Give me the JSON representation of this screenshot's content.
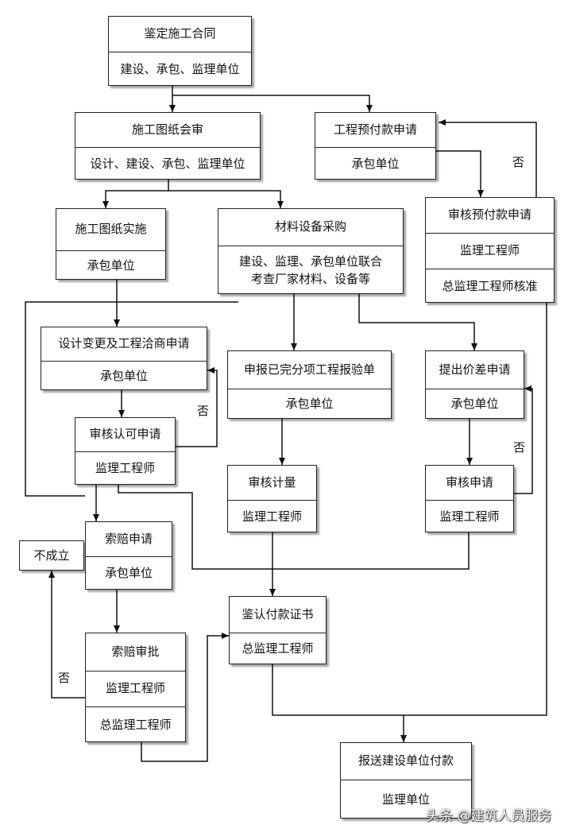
{
  "boxes": {
    "contract": [
      "鉴定施工合同",
      "建设、承包、监理单位"
    ],
    "review": [
      "施工图纸会审",
      "设计、建设、承包、监理单位"
    ],
    "prepay_apply": [
      "工程预付款申请",
      "承包单位"
    ],
    "prepay_audit": [
      "审核预付款申请",
      "监理工程师",
      "总监理工程师核准"
    ],
    "drawings_impl": [
      "施工图纸实施",
      "承包单位"
    ],
    "procurement": [
      "材料设备采购",
      "建设、监理、承包单位联合\n考查厂家材料、设备等"
    ],
    "design_change": [
      "设计变更及工程洽商申请",
      "承包单位"
    ],
    "report_items": [
      "申报已完分项工程报验单",
      "承包单位"
    ],
    "price_diff": [
      "提出价差申请",
      "承包单位"
    ],
    "audit_approve": [
      "审核认可申请",
      "监理工程师"
    ],
    "audit_measure": [
      "审核计量",
      "监理工程师"
    ],
    "audit_apply": [
      "审核申请",
      "监理工程师"
    ],
    "not_valid": [
      "不成立"
    ],
    "claim_apply": [
      "索赔申请",
      "承包单位"
    ],
    "certificate": [
      "鉴认付款证书",
      "总监理工程师"
    ],
    "claim_approve": [
      "索赔审批",
      "监理工程师",
      "总监理工程师"
    ],
    "report_payment": [
      "报送建设单位付款",
      "监理单位"
    ]
  },
  "labels": {
    "no1": "否",
    "no2": "否",
    "no3": "否",
    "no4": "否"
  },
  "watermark": "头条 @建筑人员服务"
}
